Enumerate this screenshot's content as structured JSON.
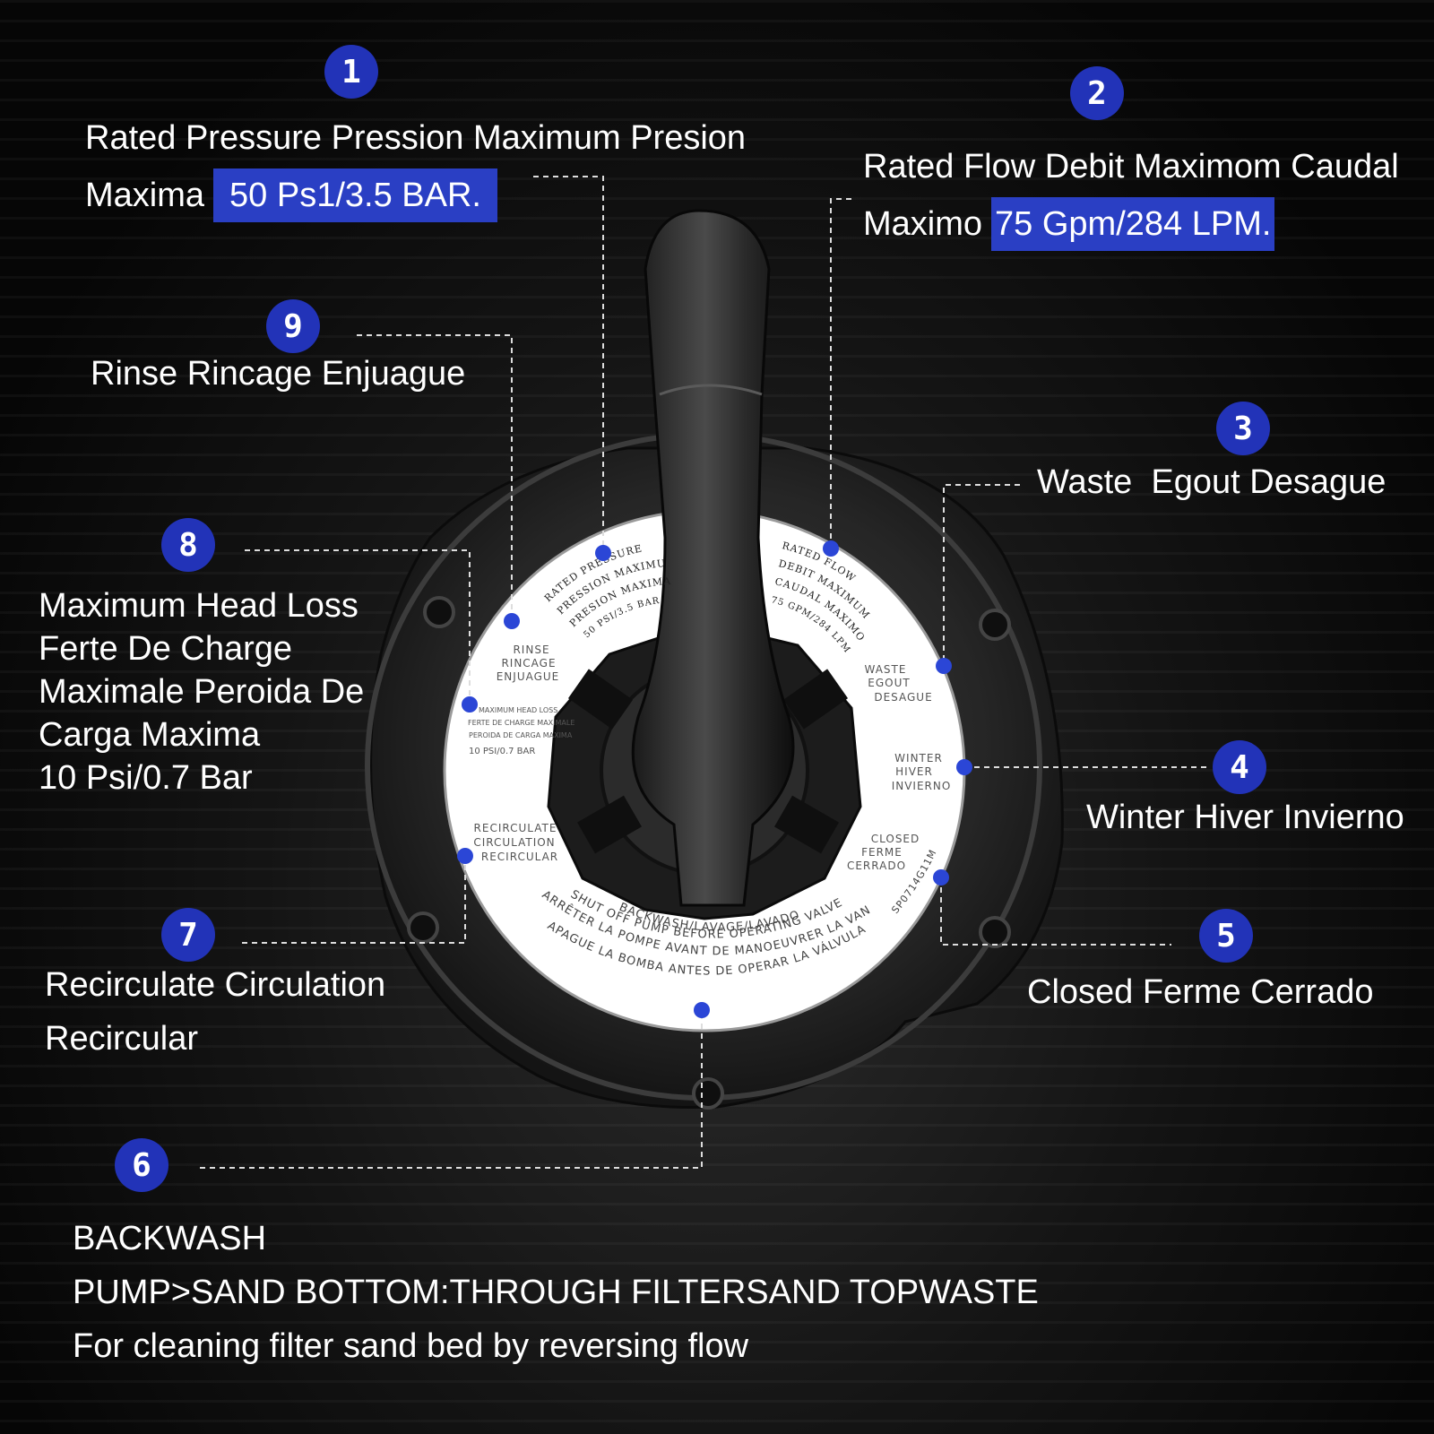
{
  "labels": {
    "l1": {
      "num": "1",
      "line1": "Rated Pressure Pression Maximum Presion",
      "line2_prefix": "Maxima",
      "value": "50 Ps1/3.5 BAR."
    },
    "l2": {
      "num": "2",
      "line1": "Rated Flow Debit Maximom Caudal",
      "line2_prefix": "Maximo",
      "value": "75 Gpm/284 LPM."
    },
    "l3": {
      "num": "3",
      "text": "Waste  Egout Desague"
    },
    "l4": {
      "num": "4",
      "text": "Winter Hiver Invierno"
    },
    "l5": {
      "num": "5",
      "text": "Closed Ferme Cerrado"
    },
    "l6": {
      "num": "6",
      "line1": "BACKWASH",
      "line2": "PUMP>SAND BOTTOM:THROUGH FILTERSAND TOPWASTE",
      "line3": "For cleaning filter sand bed by reversing flow"
    },
    "l7": {
      "num": "7",
      "line1": "Recirculate Circulation",
      "line2": "Recircular"
    },
    "l8": {
      "num": "8",
      "lines": [
        "Maximum Head Loss",
        "Ferte De Charge",
        "Maximale Peroida De",
        "Carga Maxima",
        "10 Psi/0.7 Bar"
      ]
    },
    "l9": {
      "num": "9",
      "text": "Rinse Rincage Enjuague"
    }
  },
  "dial": {
    "pressure": [
      "RATED PRESSURE",
      "PRESSION MAXIMUM",
      "PRESION MAXIMA",
      "50 PSI/3.5 BAR"
    ],
    "flow": [
      "RATED FLOW",
      "DEBIT MAXIMUM",
      "CAUDAL MAXIMO",
      "75 GPM/284 LPM"
    ],
    "rinse": [
      "RINSE",
      "RINCAGE",
      "ENJUAGUE"
    ],
    "waste": [
      "WASTE",
      "EGOUT",
      "DESAGUE"
    ],
    "headloss": [
      "MAXIMUM HEAD LOSS",
      "FERTE DE CHARGE MAXIMALE",
      "PEROIDA DE CARGA MAXIMA",
      "10 PSI/0.7 BAR"
    ],
    "winter": [
      "WINTER",
      "HIVER",
      "INVIERNO"
    ],
    "recirculate": [
      "RECIRCULATE",
      "CIRCULATION",
      "RECIRCULAR"
    ],
    "closed": [
      "CLOSED",
      "FERME",
      "CERRADO"
    ],
    "backwash": "BACKWASH/LAVAGE/LAVADO",
    "warning": [
      "SHUT OFF PUMP BEFORE OPERATING VALVE",
      "ARRÊTER LA POMPE AVANT DE MANOEUVRER LA VANNE",
      "APAGUE LA BOMBA ANTES DE OPERAR LA VÁLVULA"
    ],
    "part_no": "SP0714G11M"
  },
  "colors": {
    "accent": "#2a3fc4",
    "dot": "#2b46d6",
    "dial_face": "#ffffff",
    "body": "#222222"
  }
}
